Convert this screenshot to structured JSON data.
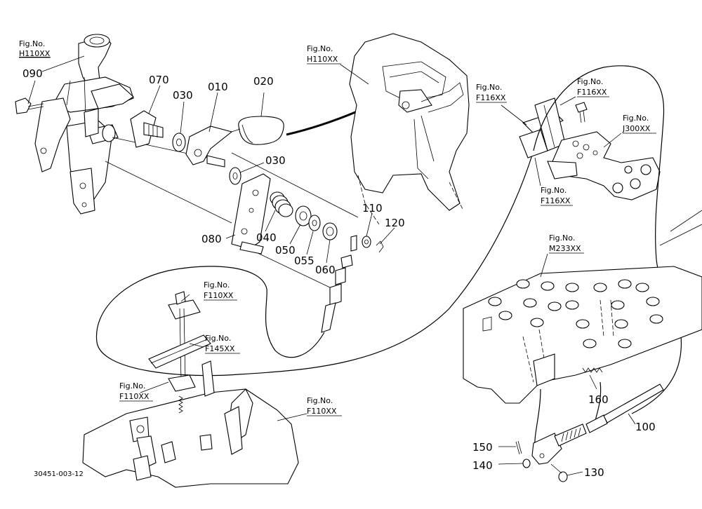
{
  "figure_refs": [
    {
      "id": "h110-left",
      "l1": "Fig.No.",
      "l2": "H110XX"
    },
    {
      "id": "h110-top",
      "l1": "Fig.No.",
      "l2": "H110XX"
    },
    {
      "id": "f116-a",
      "l1": "Fig.No.",
      "l2": "F116XX"
    },
    {
      "id": "f116-b",
      "l1": "Fig.No.",
      "l2": "F116XX"
    },
    {
      "id": "j300",
      "l1": "Fig.No.",
      "l2": "J300XX"
    },
    {
      "id": "f116-c",
      "l1": "Fig.No.",
      "l2": "F116XX"
    },
    {
      "id": "m233",
      "l1": "Fig.No.",
      "l2": "M233XX"
    },
    {
      "id": "f110-a",
      "l1": "Fig.No.",
      "l2": "F110XX"
    },
    {
      "id": "f145",
      "l1": "Fig.No.",
      "l2": "F145XX"
    },
    {
      "id": "f110-b",
      "l1": "Fig.No.",
      "l2": "F110XX"
    },
    {
      "id": "f110-c",
      "l1": "Fig.No.",
      "l2": "F110XX"
    }
  ],
  "parts": [
    {
      "id": "p090",
      "label": "090"
    },
    {
      "id": "p070",
      "label": "070"
    },
    {
      "id": "p030a",
      "label": "030"
    },
    {
      "id": "p010",
      "label": "010"
    },
    {
      "id": "p020",
      "label": "020"
    },
    {
      "id": "p030b",
      "label": "030"
    },
    {
      "id": "p080",
      "label": "080"
    },
    {
      "id": "p040",
      "label": "040"
    },
    {
      "id": "p050",
      "label": "050"
    },
    {
      "id": "p055",
      "label": "055"
    },
    {
      "id": "p060",
      "label": "060"
    },
    {
      "id": "p110",
      "label": "110"
    },
    {
      "id": "p120",
      "label": "120"
    },
    {
      "id": "p160",
      "label": "160"
    },
    {
      "id": "p100",
      "label": "100"
    },
    {
      "id": "p150",
      "label": "150"
    },
    {
      "id": "p140",
      "label": "140"
    },
    {
      "id": "p130",
      "label": "130"
    }
  ],
  "drawing_code": "30451-003-12"
}
